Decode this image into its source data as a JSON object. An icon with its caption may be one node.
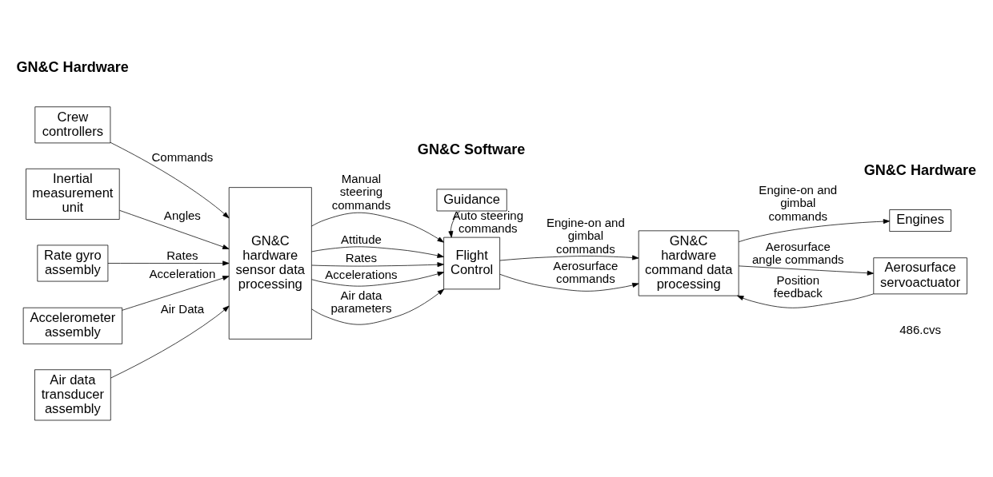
{
  "diagram": {
    "nodes": [
      {
        "text": [
          "Crew controllers"
        ]
      },
      {
        "text": [
          "Inertial measurement unit"
        ]
      },
      {
        "text": [
          "Rate gyro assembly"
        ]
      },
      {
        "text": [
          "Accelerometer assembly"
        ]
      },
      {
        "text": [
          "Air data transducer assembly"
        ]
      },
      {
        "text": [
          "GN&C hardware sensor data processing"
        ]
      },
      {
        "text": [
          "Guidance"
        ]
      },
      {
        "text": [
          "Flight Control"
        ]
      },
      {
        "text": [
          "GN&C hardware command data processing"
        ]
      },
      {
        "text": [
          "Engines"
        ]
      },
      {
        "text": [
          "Aerosurface servoactuator"
        ]
      }
    ],
    "edges": [
      {
        "from": 0,
        "to": 5,
        "arrow": "to",
        "label": "Commands"
      },
      {
        "from": 1,
        "to": 5,
        "arrow": "to",
        "label": "Angles"
      },
      {
        "from": 2,
        "to": 5,
        "arrow": "to",
        "label": "Rates"
      },
      {
        "from": 3,
        "to": 5,
        "arrow": "to",
        "label": "Acceleration"
      },
      {
        "from": 4,
        "to": 5,
        "arrow": "to",
        "label": "Air Data"
      },
      {
        "from": 5,
        "to": 7,
        "arrow": "to",
        "label": "Manual steering commands"
      },
      {
        "from": 5,
        "to": 7,
        "arrow": "to",
        "label": "Attitude"
      },
      {
        "from": 5,
        "to": 7,
        "arrow": "to",
        "label": "Rates"
      },
      {
        "from": 5,
        "to": 7,
        "arrow": "to",
        "label": "Accelerations"
      },
      {
        "from": 5,
        "to": 7,
        "arrow": "to",
        "label": "Air data parameters"
      },
      {
        "from": 6,
        "to": 7,
        "arrow": "to",
        "label": "Auto steering commands"
      },
      {
        "from": 7,
        "to": 8,
        "arrow": "to",
        "label": "Engine-on and gimbal commands"
      },
      {
        "from": 7,
        "to": 8,
        "arrow": "to",
        "label": "Aerosurface commands"
      },
      {
        "from": 8,
        "to": 9,
        "arrow": "to",
        "label": "Engine-on and gimbal commands"
      },
      {
        "from": 8,
        "to": 10,
        "arrow": "to",
        "label": "Aerosurface angle commands"
      },
      {
        "from": 10,
        "to": 8,
        "arrow": "to",
        "label": "Position feedback"
      }
    ],
    "labels": [
      "GN&C Hardware",
      "GN&C Software",
      "GN&C Hardware",
      "486.cvs"
    ]
  }
}
